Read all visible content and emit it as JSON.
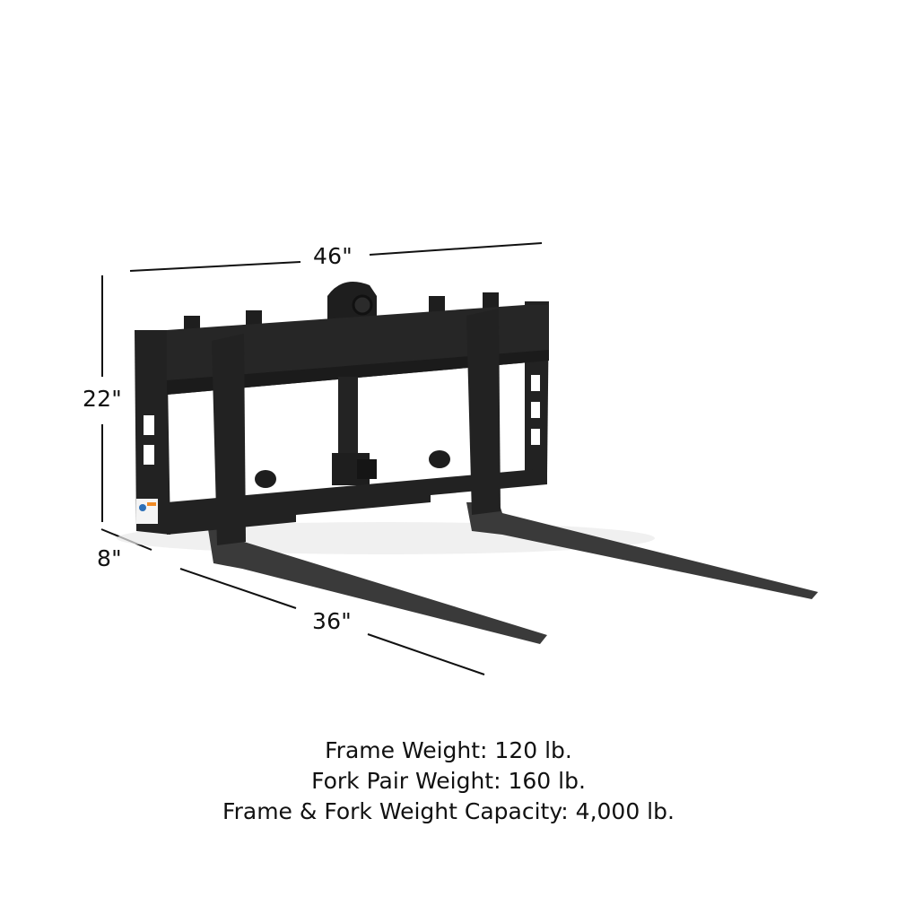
{
  "product": {
    "type": "Pallet fork frame with forks (skid steer attachment)",
    "colors": {
      "steel": "#1e1e1e",
      "steel_mid": "#2b2b2b",
      "fork": "#3a3a3a",
      "background": "#ffffff",
      "text": "#111111",
      "decal_orange": "#f08a24",
      "decal_blue": "#2c6fb7"
    }
  },
  "dimensions": {
    "width": "46\"",
    "height": "22\"",
    "depth": "8\"",
    "fork_length": "36\""
  },
  "specs": [
    {
      "label": "Frame Weight: 120 lb."
    },
    {
      "label": "Fork Pair Weight: 160 lb."
    },
    {
      "label": "Frame & Fork Weight Capacity: 4,000 lb."
    }
  ]
}
